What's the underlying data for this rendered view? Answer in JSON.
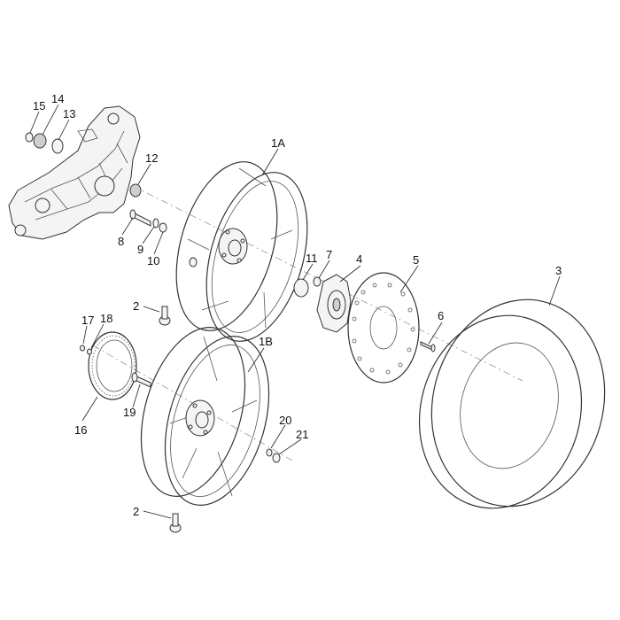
{
  "labels": {
    "tire": "3",
    "brake_disc": "5",
    "disc_screw": "6",
    "hub_flange": "4",
    "small_nut": "7",
    "spacer": "11",
    "rim_upper": "1A",
    "rim_lower": "1B",
    "bearing_top": "12",
    "bolt": "8",
    "washer": "9",
    "nut": "10",
    "bracket_part_13": "13",
    "bracket_part_14": "14",
    "bracket_part_15": "15",
    "valve_upper": "2",
    "valve_lower": "2",
    "tone_ring": "16",
    "ring_screw": "17",
    "ring_washer": "18",
    "hub_bolt": "19",
    "lower_washer": "20",
    "lower_nut": "21"
  }
}
